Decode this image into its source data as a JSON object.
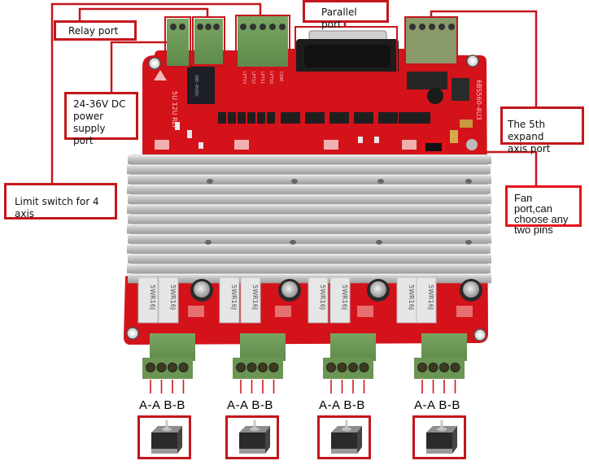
{
  "callouts": {
    "relay_port": "Relay port",
    "power_supply": [
      "24-36V DC",
      "power supply",
      "port"
    ],
    "parallel_port": "Parallel port",
    "fifth_axis": [
      "The 5th expand",
      "axis port"
    ],
    "limit_switch": "Limit switch for 4 axis",
    "fan_port": [
      "Fan port,can",
      "choose any",
      "two pins"
    ]
  },
  "board_markings": {
    "model": "6BS560-4U3",
    "relay_voltage": "5U 12U RLY",
    "limit_pins": [
      "LPT13",
      "LPT12",
      "LPT11",
      "LPT10",
      "COM"
    ],
    "resistor_label": "5WR16J"
  },
  "axes": [
    {
      "wire_label": "A-A B-B"
    },
    {
      "wire_label": "A-A B-B"
    },
    {
      "wire_label": "A-A B-B"
    },
    {
      "wire_label": "A-A B-B"
    }
  ],
  "colors": {
    "callout_border": "#c4161c",
    "pcb": "#d4121a",
    "connector": "#6f9a5a",
    "heatsink": "#b9b9b9"
  }
}
